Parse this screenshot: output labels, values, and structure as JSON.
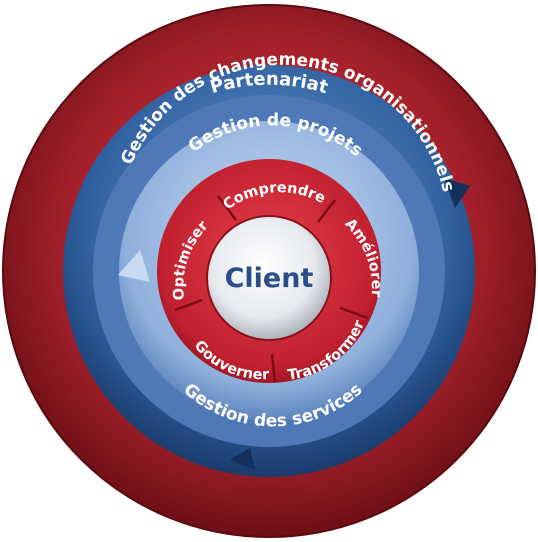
{
  "diagram": {
    "outer_ring": {
      "label": "Partenariat",
      "color": "#a3202b"
    },
    "ring_change": {
      "label": "Gestion des changements organisationnels",
      "color": "#2f5f9e"
    },
    "ring_projects": {
      "label": "Gestion de projets",
      "color": "#8fb0dc"
    },
    "ring_services": {
      "label": "Gestion des services",
      "color": "#4f79b6"
    },
    "cycle": {
      "color": "#c0202f",
      "segments": [
        {
          "label": "Comprendre"
        },
        {
          "label": "Améliorer"
        },
        {
          "label": "Transformer"
        },
        {
          "label": "Gouverner"
        },
        {
          "label": "Optimiser"
        }
      ]
    },
    "center": {
      "label": "Client"
    }
  }
}
